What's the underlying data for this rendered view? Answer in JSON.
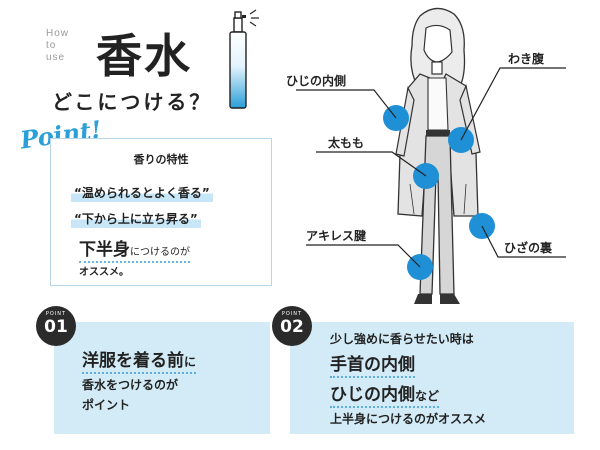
{
  "header": {
    "howto_lines": [
      "How",
      "to",
      "use"
    ],
    "title": "香水",
    "subtitle": "どこにつける？"
  },
  "point": {
    "label": "Point!",
    "box_title": "香りの特性",
    "quote1": "“温められるとよく香る”",
    "quote2": "“下から上に立ち昇る”",
    "big": "下半身",
    "big_suffix": "につけるのが",
    "last": "オススメ。"
  },
  "figure": {
    "labels": {
      "elbow": "ひじの内側",
      "armpit": "わき腹",
      "thigh": "太もも",
      "achilles": "アキレス腱",
      "knee_back": "ひざの裏"
    },
    "dot_color": "#1f8fd6"
  },
  "panel1": {
    "badge_small": "POINT",
    "badge_num": "01",
    "line1_main": "洋服を着る前",
    "line1_suffix": "に",
    "line2": "香水をつけるのが",
    "line3": "ポイント"
  },
  "panel2": {
    "badge_small": "POINT",
    "badge_num": "02",
    "line1": "少し強めに香らせたい時は",
    "line2": "手首の内側",
    "line3_main": "ひじの内側",
    "line3_suffix": "など",
    "line4": "上半身につけるのがオススメ"
  },
  "colors": {
    "accent": "#2a9fd8",
    "panel_bg": "#d2ebf7"
  }
}
